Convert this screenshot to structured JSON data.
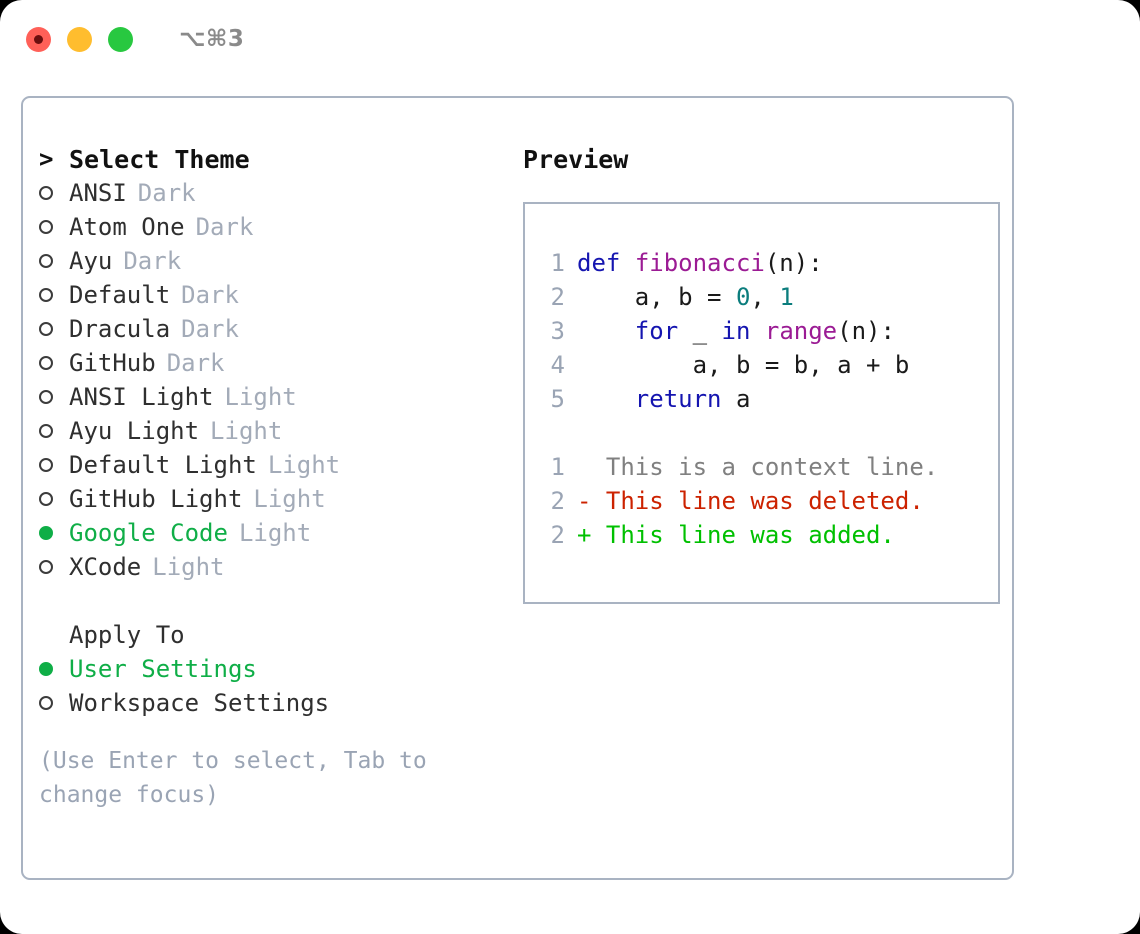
{
  "window": {
    "shortcut": "⌥⌘3",
    "traffic_lights": [
      "close-red",
      "minimize-yellow",
      "maximize-green"
    ]
  },
  "theme_picker": {
    "heading": "Select Theme",
    "caret": ">",
    "items": [
      {
        "name": "ANSI",
        "category": "Dark",
        "selected": false
      },
      {
        "name": "Atom One",
        "category": "Dark",
        "selected": false
      },
      {
        "name": "Ayu",
        "category": "Dark",
        "selected": false
      },
      {
        "name": "Default",
        "category": "Dark",
        "selected": false
      },
      {
        "name": "Dracula",
        "category": "Dark",
        "selected": false
      },
      {
        "name": "GitHub",
        "category": "Dark",
        "selected": false
      },
      {
        "name": "ANSI Light",
        "category": "Light",
        "selected": false
      },
      {
        "name": "Ayu Light",
        "category": "Light",
        "selected": false
      },
      {
        "name": "Default Light",
        "category": "Light",
        "selected": false
      },
      {
        "name": "GitHub Light",
        "category": "Light",
        "selected": false
      },
      {
        "name": "Google Code",
        "category": "Light",
        "selected": true
      },
      {
        "name": "XCode",
        "category": "Light",
        "selected": false
      }
    ]
  },
  "apply_to": {
    "heading": "Apply To",
    "items": [
      {
        "name": "User Settings",
        "selected": true
      },
      {
        "name": "Workspace Settings",
        "selected": false
      }
    ]
  },
  "hint": "(Use Enter to select, Tab to change focus)",
  "preview": {
    "title": "Preview",
    "code_lines": [
      {
        "num": "1",
        "tokens": [
          {
            "t": "def",
            "c": "kw"
          },
          {
            "t": " ",
            "c": "pln"
          },
          {
            "t": "fibonacci",
            "c": "fn"
          },
          {
            "t": "(n):",
            "c": "pln"
          }
        ]
      },
      {
        "num": "2",
        "tokens": [
          {
            "t": "    a, b = ",
            "c": "pln"
          },
          {
            "t": "0",
            "c": "num"
          },
          {
            "t": ", ",
            "c": "pln"
          },
          {
            "t": "1",
            "c": "num"
          }
        ]
      },
      {
        "num": "3",
        "tokens": [
          {
            "t": "    ",
            "c": "pln"
          },
          {
            "t": "for",
            "c": "kw"
          },
          {
            "t": " _ ",
            "c": "pln"
          },
          {
            "t": "in",
            "c": "kw"
          },
          {
            "t": " ",
            "c": "pln"
          },
          {
            "t": "range",
            "c": "fn"
          },
          {
            "t": "(n):",
            "c": "pln"
          }
        ]
      },
      {
        "num": "4",
        "tokens": [
          {
            "t": "        a, b = b, a + b",
            "c": "pln"
          }
        ]
      },
      {
        "num": "5",
        "tokens": [
          {
            "t": "    ",
            "c": "pln"
          },
          {
            "t": "return",
            "c": "kw"
          },
          {
            "t": " a",
            "c": "pln"
          }
        ]
      }
    ],
    "diff_lines": [
      {
        "num": "1",
        "tokens": [
          {
            "t": "  This is a context line.",
            "c": "ctx"
          }
        ]
      },
      {
        "num": "2",
        "tokens": [
          {
            "t": "- This line was deleted.",
            "c": "del"
          }
        ]
      },
      {
        "num": "2",
        "tokens": [
          {
            "t": "+ This line was added.",
            "c": "add"
          }
        ]
      }
    ]
  },
  "colors": {
    "accent_green": "#0fae47",
    "border": "#a9b3c2",
    "muted": "#a3abb8",
    "hint": "#9aa4b4",
    "keyword": "#1515b0",
    "function": "#9b1b94",
    "number": "#0b7d7d",
    "diff_deleted": "#cc2200",
    "diff_added": "#00c000",
    "traffic_red": "#ff6058",
    "traffic_yellow": "#ffbd2e",
    "traffic_green": "#28c840"
  }
}
